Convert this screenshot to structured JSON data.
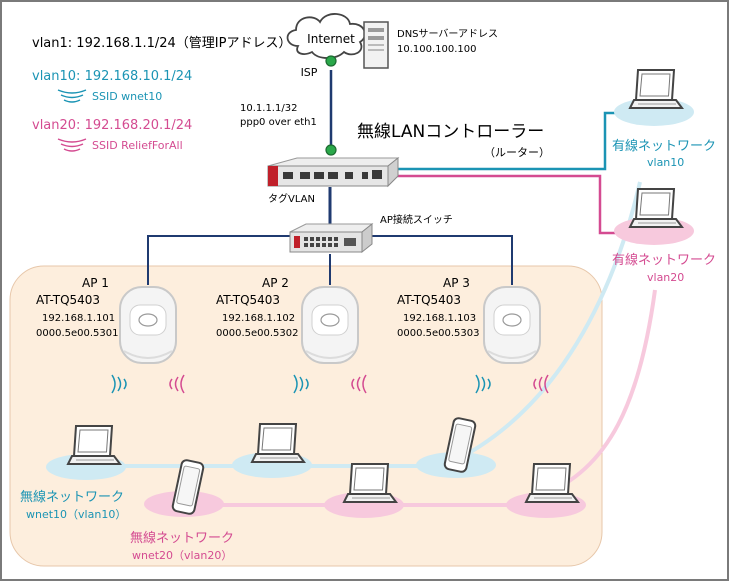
{
  "colors": {
    "teal": "#1b94b4",
    "pink": "#d44b91",
    "navy": "#1f3a70",
    "light_teal": "#cfeaf3",
    "light_pink": "#f7c9dd",
    "panel_bg": "#fdeedd",
    "lan_green": "#2aa84a"
  },
  "internet": {
    "label": "Internet",
    "isp_label": "ISP"
  },
  "dns": {
    "title": "DNSサーバーアドレス",
    "address": "10.100.100.100"
  },
  "vlan_info": {
    "vlan1": "vlan1: 192.168.1.1/24（管理IPアドレス）",
    "vlan10": "vlan10: 192.168.10.1/24",
    "ssid10": "SSID wnet10",
    "vlan20": "vlan20: 192.168.20.1/24",
    "ssid20": "SSID ReliefForAll"
  },
  "router": {
    "ip": "10.1.1.1/32",
    "ppp": "ppp0 over eth1",
    "title": "無線LANコントローラー",
    "subtitle": "（ルーター）",
    "tag_vlan": "タグVLAN"
  },
  "switch": {
    "label": "AP接続スイッチ"
  },
  "aps": [
    {
      "name": "AP 1",
      "model": "AT-TQ5403",
      "ip": "192.168.1.101",
      "mac": "0000.5e00.5301"
    },
    {
      "name": "AP 2",
      "model": "AT-TQ5403",
      "ip": "192.168.1.102",
      "mac": "0000.5e00.5302"
    },
    {
      "name": "AP 3",
      "model": "AT-TQ5403",
      "ip": "192.168.1.103",
      "mac": "0000.5e00.5303"
    }
  ],
  "wired": [
    {
      "label": "有線ネットワーク",
      "vlan": "vlan10"
    },
    {
      "label": "有線ネットワーク",
      "vlan": "vlan20"
    }
  ],
  "wireless": [
    {
      "label": "無線ネットワーク",
      "sub": "wnet10（vlan10）"
    },
    {
      "label": "無線ネットワーク",
      "sub": "wnet20（vlan20）"
    }
  ]
}
